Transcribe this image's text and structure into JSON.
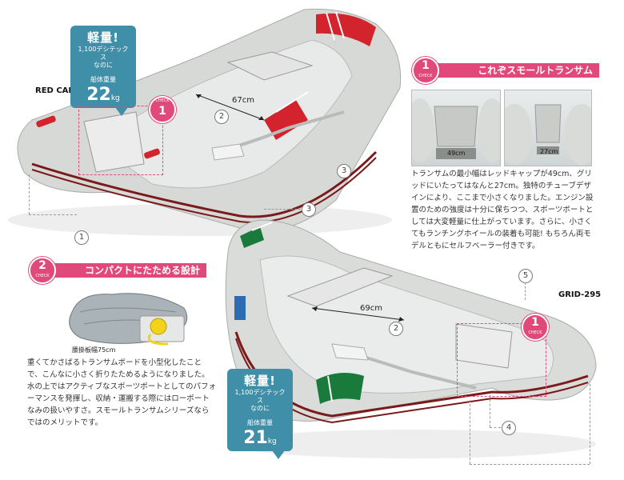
{
  "boat_left": {
    "model": "RED CAP-295",
    "width_dim": "67cm",
    "badge": {
      "title": "軽量!",
      "line1": "1,100デシテックス",
      "line2": "なのに",
      "line3": "船体重量",
      "weight": "22",
      "unit": "kg"
    }
  },
  "boat_right": {
    "model": "GRID-295",
    "width_dim": "69cm",
    "badge": {
      "title": "軽量!",
      "line1": "1,100デシテックス",
      "line2": "なのに",
      "line3": "船体重量",
      "weight": "21",
      "unit": "kg"
    }
  },
  "check1": {
    "number": "1",
    "check_word": "CHECK",
    "heading": "これぞスモールトランサム",
    "photo_dims": [
      "49cm",
      "27cm"
    ],
    "text": "トランサムの最小幅はレッドキャップが49cm、グリッドにいたってはなんと27cm。独特のチューブデザインにより、ここまで小さくなりました。エンジン設置のための強度は十分に保ちつつ、スポーツボートとしては大変軽量に仕上がっています。さらに、小さくてもランチングホイールの装着も可能! もちろん両モデルともにセルフベーラー付きです。"
  },
  "check2": {
    "number": "2",
    "check_word": "CHECK",
    "heading": "コンパクトにたためる設計",
    "caption": "腰掛板幅75cm",
    "text": "重くてかさばるトランサムボードを小型化したことで、こんなに小さく折りたためるようになりました。水の上ではアクティブなスポーツボートとしてのパフォーマンスを発揮し、収納・運搬する際にはローボートなみの扱いやすさ。スモールトランサムシリーズならではのメリットです。"
  },
  "callouts": [
    "1",
    "2",
    "3",
    "2",
    "3",
    "4",
    "5"
  ],
  "colors": {
    "accent": "#e0497a",
    "badge": "#3f8fa8",
    "boat_hull": "#dcdedc",
    "red_stripe": "#d3232c",
    "green_stripe": "#1a7a3c"
  }
}
